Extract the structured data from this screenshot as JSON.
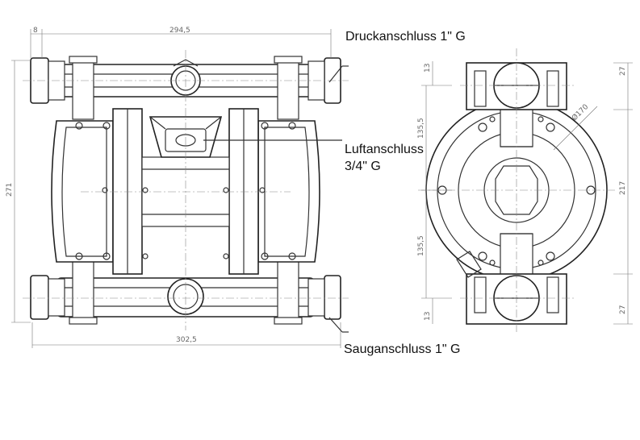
{
  "labels": {
    "pressure_port": "Druckanschluss 1\" G",
    "air_port_line1": "Luftanschluss",
    "air_port_line2": "3/4\" G",
    "suction_port": "Sauganschluss 1\" G"
  },
  "dimensions": {
    "flange_offset": "8",
    "top_width": "294,5",
    "bottom_width": "302,5",
    "overall_height": "271",
    "upper_half": "135,5",
    "lower_half": "135,5",
    "upper_port_small": "13",
    "lower_port_small": "13",
    "upper_port_height": "27",
    "lower_port_height": "27",
    "side_height": "217",
    "diaphragm_diameter": "Ø170"
  }
}
